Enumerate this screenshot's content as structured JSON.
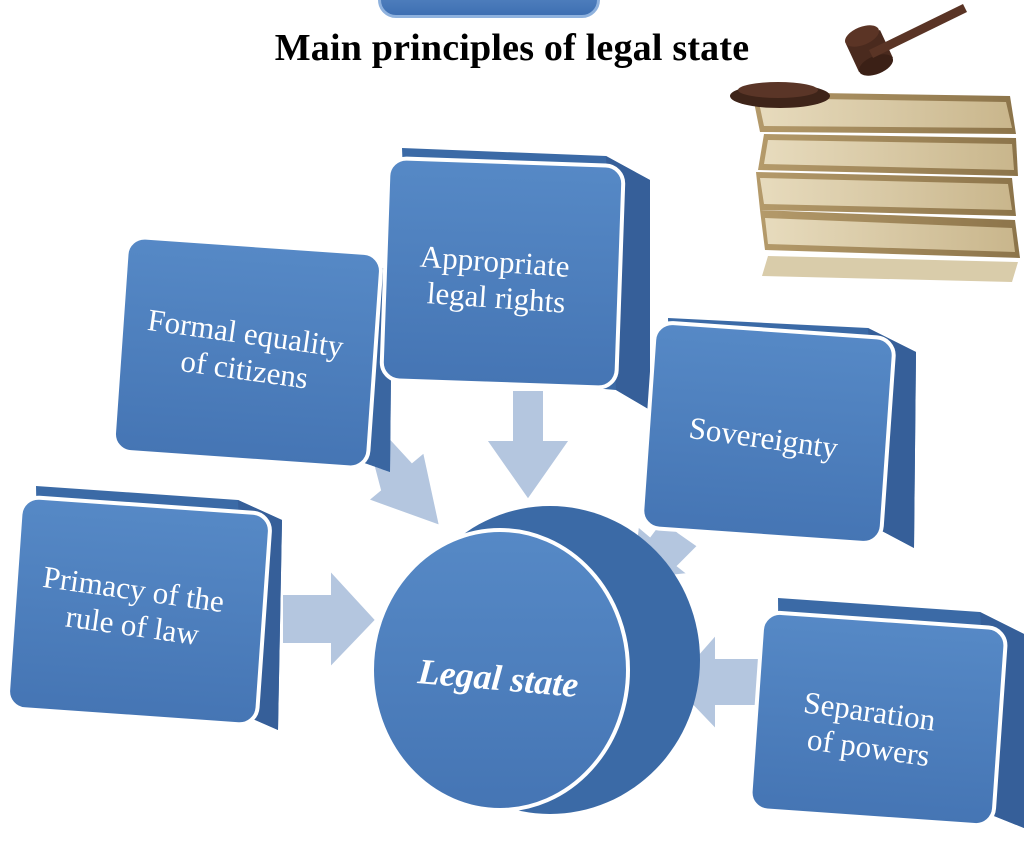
{
  "title": "Main principles of legal state",
  "center": {
    "label": "Legal state"
  },
  "principles": [
    {
      "id": "formal-equality",
      "lines": [
        "Formal equality",
        "of citizens"
      ]
    },
    {
      "id": "appropriate-legal-rights",
      "lines": [
        "Appropriate",
        "legal rights"
      ]
    },
    {
      "id": "sovereignty",
      "lines": [
        "Sovereignty"
      ]
    },
    {
      "id": "primacy-rule-of-law",
      "lines": [
        "Primacy of the",
        "rule of law"
      ]
    },
    {
      "id": "separation-of-powers",
      "lines": [
        "Separation",
        "of powers"
      ]
    }
  ],
  "colors": {
    "box_face": "#4d80be",
    "box_side": "#3b6aa6",
    "box_edge": "#ffffff",
    "arrow": "#b4c6df"
  },
  "image": {
    "icon": "gavel-on-books-icon"
  }
}
